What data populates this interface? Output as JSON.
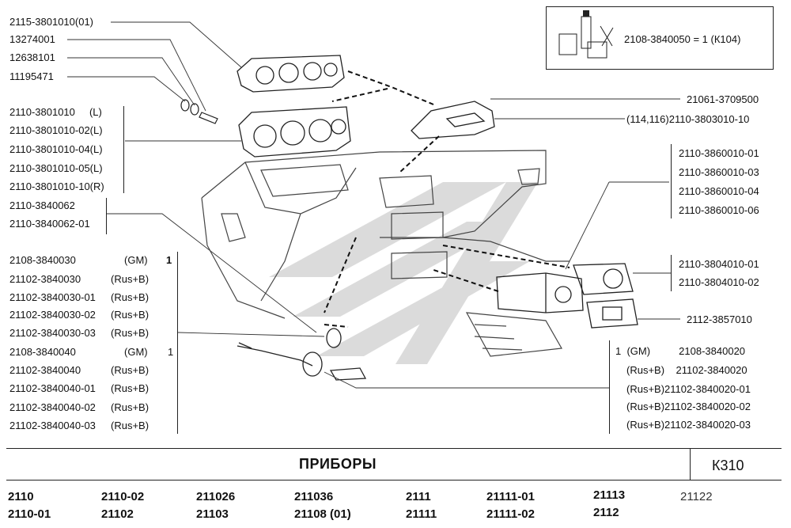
{
  "kit_box": {
    "label": "2108-3840050 = 1 (К104)"
  },
  "labels_top_left": [
    "2115-3801010(01)",
    "13274001",
    "12638101",
    "11195471"
  ],
  "cluster_group": [
    "2110-3801010     (L)",
    "2110-3801010-02(L)",
    "2110-3801010-04(L)",
    "2110-3801010-05(L)",
    "2110-3801010-10(R)"
  ],
  "sensor_group": [
    "2110-3840062",
    "2110-3840062-01"
  ],
  "speed_sensor_group": [
    {
      "code": "2108-3840030",
      "note": "(GM)",
      "qty": "1"
    },
    {
      "code": "21102-3840030",
      "note": "(Rus+B)",
      "qty": ""
    },
    {
      "code": "21102-3840030-01",
      "note": "(Rus+B)",
      "qty": ""
    },
    {
      "code": "21102-3840030-02",
      "note": "(Rus+B)",
      "qty": ""
    },
    {
      "code": "21102-3840030-03",
      "note": "(Rus+B)",
      "qty": ""
    },
    {
      "code": "2108-3840040",
      "note": "(GM)",
      "qty": "1"
    },
    {
      "code": "21102-3840040",
      "note": "(Rus+B)",
      "qty": ""
    },
    {
      "code": "21102-3840040-01",
      "note": "(Rus+B)",
      "qty": ""
    },
    {
      "code": "21102-3840040-02",
      "note": "(Rus+B)",
      "qty": ""
    },
    {
      "code": "21102-3840040-03",
      "note": "(Rus+B)",
      "qty": ""
    }
  ],
  "right_top": [
    "21061-3709500",
    "(114,116)2110-3803010-10"
  ],
  "right_group_1": [
    "2110-3860010-01",
    "2110-3860010-03",
    "2110-3860010-04",
    "2110-3860010-06"
  ],
  "right_group_2": [
    "2110-3804010-01",
    "2110-3804010-02"
  ],
  "right_single": "2112-3857010",
  "right_group_3": [
    "1  (GM)          2108-3840020",
    "(Rus+B)    21102-3840020",
    "(Rus+B)21102-3840020-01",
    "(Rus+B)21102-3840020-02",
    "(Rus+B)21102-3840020-03"
  ],
  "footer": {
    "title": "ПРИБОРЫ",
    "code": "К310",
    "models_row1": [
      "2110",
      "2110-02",
      "211026",
      "211036",
      "2111",
      "21111-01",
      "21113",
      "21122"
    ],
    "models_row2": [
      "2110-01",
      "21102",
      "21103",
      "21108  (01)",
      "21111",
      "21111-02",
      "2112"
    ]
  }
}
